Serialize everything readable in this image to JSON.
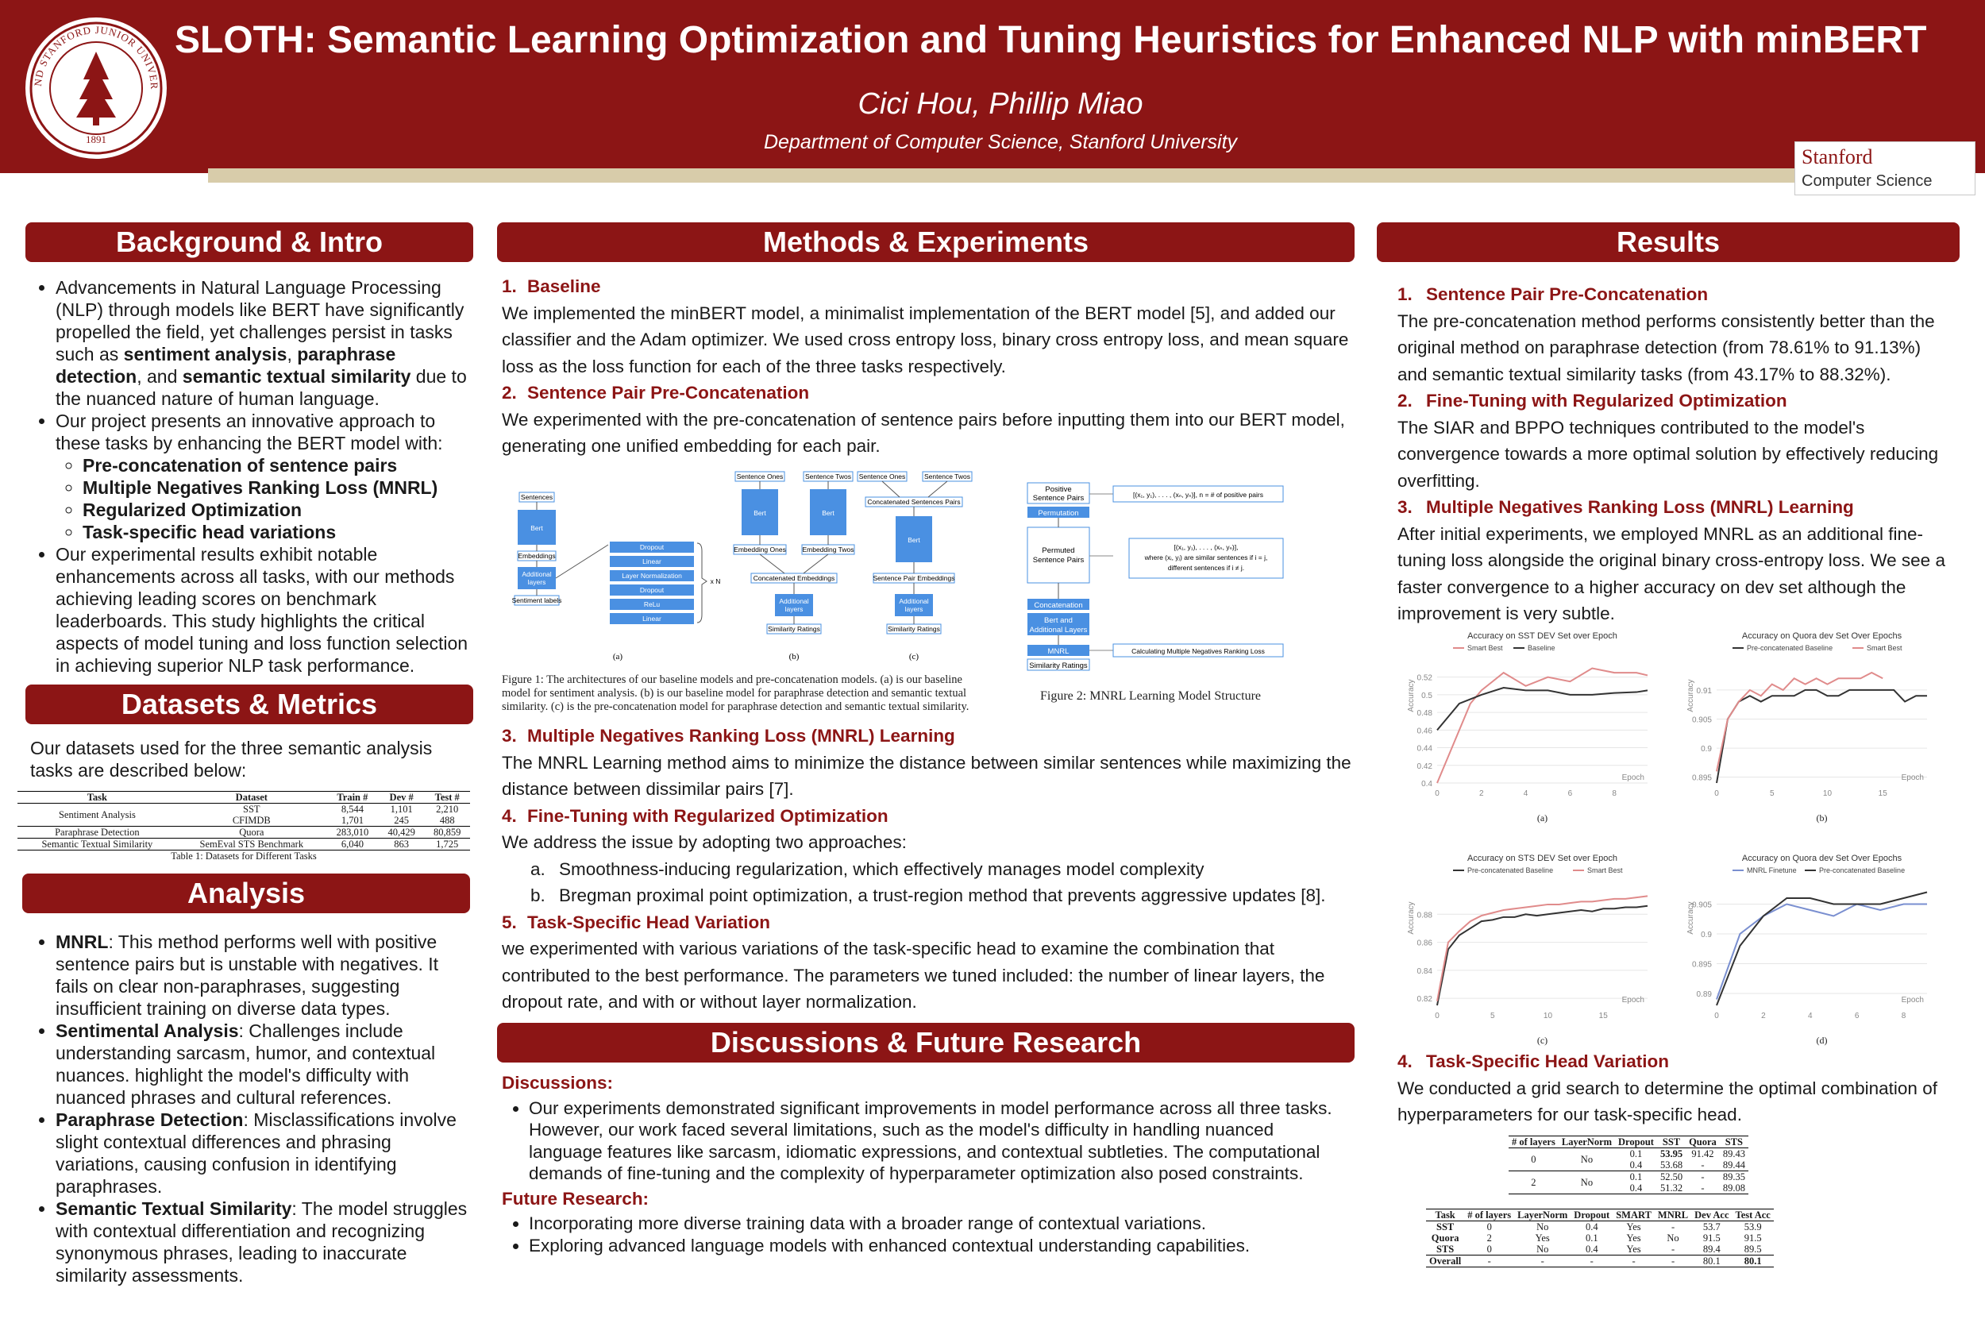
{
  "header": {
    "title": "SLOTH: Semantic Learning Optimization and Tuning Heuristics for Enhanced NLP with minBERT",
    "authors": "Cici Hou, Phillip Miao",
    "department": "Department of Computer Science, Stanford University",
    "seal_text": "LELAND STANFORD JUNIOR UNIVERSITY",
    "seal_year": "1891",
    "logo_line1": "Stanford",
    "logo_line2": "Computer Science"
  },
  "colors": {
    "cardinal": "#8c1515",
    "gold_band": "#d8ccaa",
    "figure_blue": "#4a90e2",
    "series_red": "#e08b8b",
    "series_dark": "#333333"
  },
  "background": {
    "heading": "Background & Intro",
    "b1": {
      "t1": "Advancements in Natural Language Processing (NLP) through models like BERT have significantly propelled the field, yet challenges persist in tasks such as ",
      "k1": "sentiment analysis",
      "t2": ", ",
      "k2": "paraphrase detection",
      "t3": ", and ",
      "k3": "semantic textual similarity",
      "t4": " due to the nuanced nature of human language."
    },
    "b2": "Our project presents an innovative approach to these tasks by enhancing the BERT model with:",
    "subitems": [
      "Pre-concatenation of sentence pairs",
      "Multiple Negatives Ranking Loss (MNRL)",
      "Regularized Optimization",
      "Task-specific head variations"
    ],
    "b3": "Our experimental results exhibit notable enhancements across all tasks, with our methods achieving leading scores on benchmark leaderboards. This study highlights the critical aspects of model tuning and loss function selection in achieving superior NLP task performance."
  },
  "datasets": {
    "heading": "Datasets & Metrics",
    "intro": "Our datasets used for the three semantic analysis tasks are described below:",
    "table_headers": [
      "Task",
      "Dataset",
      "Train #",
      "Dev #",
      "Test #"
    ],
    "rows": [
      {
        "task": "Sentiment Analysis",
        "dataset": "SST",
        "train": "8,544",
        "dev": "1,101",
        "test": "2,210"
      },
      {
        "task": "",
        "dataset": "CFIMDB",
        "train": "1,701",
        "dev": "245",
        "test": "488"
      },
      {
        "task": "Paraphrase Detection",
        "dataset": "Quora",
        "train": "283,010",
        "dev": "40,429",
        "test": "80,859"
      },
      {
        "task": "Semantic Textual Similarity",
        "dataset": "SemEval STS Benchmark",
        "train": "6,040",
        "dev": "863",
        "test": "1,725"
      }
    ],
    "caption": "Table 1: Datasets for Different Tasks"
  },
  "analysis": {
    "heading": "Analysis",
    "items": [
      {
        "key": "MNRL",
        "text": ": This method performs well with positive sentence pairs but is unstable with negatives. It fails on clear non-paraphrases, suggesting insufficient training on diverse data types."
      },
      {
        "key": "Sentimental Analysis",
        "text": ": Challenges include understanding sarcasm, humor, and contextual nuances. highlight the model's difficulty with nuanced phrases and cultural references."
      },
      {
        "key": "Paraphrase Detection",
        "text": ": Misclassifications involve slight contextual differences and phrasing variations, causing confusion in identifying paraphrases."
      },
      {
        "key": "Semantic Textual Similarity",
        "text": ": The model struggles with contextual differentiation and recognizing synonymous phrases, leading to inaccurate similarity assessments."
      }
    ]
  },
  "methods": {
    "heading": "Methods & Experiments",
    "s1_num": "1.",
    "s1_title": "Baseline",
    "s1_text": "We implemented the minBERT model, a minimalist implementation of the BERT model [5], and added our classifier and the Adam optimizer. We used cross entropy loss, binary cross entropy loss, and mean square loss as the loss function for each of the three tasks respectively.",
    "s2_num": "2.",
    "s2_title": "Sentence Pair Pre-Concatenation",
    "s2_text": "We experimented with the pre-concatenation of sentence pairs before inputting them into our BERT model, generating one unified embedding for each pair.",
    "s3_num": "3.",
    "s3_title": "Multiple Negatives Ranking Loss (MNRL) Learning",
    "s3_text": "The MNRL Learning method aims to minimize the distance between similar sentences while maximizing the distance between dissimilar pairs [7].",
    "s4_num": "4.",
    "s4_title": "Fine-Tuning with Regularized Optimization",
    "s4_text": "We address the issue by adopting two approaches:",
    "s4_a_mark": "a.",
    "s4_a": "Smoothness-inducing regularization, which effectively manages model complexity",
    "s4_b_mark": "b.",
    "s4_b": "Bregman proximal point optimization, a trust-region method that prevents aggressive updates [8].",
    "s5_num": "5.",
    "s5_title": "Task-Specific Head Variation",
    "s5_text": "we experimented with various variations of the task-specific head to examine the combination that contributed to the best performance. The parameters we tuned included: the number of linear layers, the dropout rate, and with or without layer normalization."
  },
  "fig1": {
    "a_sentences": "Sentences",
    "bert": "Bert",
    "embeddings": "Embeddings",
    "additional_layers_1": "Additional",
    "additional_layers_2": "layers",
    "sentiment_labels": "Sentiment labels",
    "layers": [
      "Dropout",
      "Linear",
      "Layer Normalization",
      "Dropout",
      "ReLu",
      "Linear"
    ],
    "xn": "x N",
    "b_ones": "Sentence Ones",
    "b_twos": "Sentence Twos",
    "emb_ones": "Embedding Ones",
    "emb_twos": "Embedding Twos",
    "concat_emb": "Concatenated Embeddings",
    "similarity": "Similarity Ratings",
    "c_concat": "Concatenated Sentences Pairs",
    "c_pair_emb": "Sentence Pair Embeddings",
    "label_a": "(a)",
    "label_b": "(b)",
    "label_c": "(c)",
    "caption": "Figure 1: The architectures of our baseline models and pre-concatenation models. (a) is our baseline model for sentiment analysis. (b) is our baseline model for paraphrase detection and semantic textual similarity. (c) is the pre-concatenation model for paraphrase detection and semantic textual similarity."
  },
  "fig2": {
    "positive_1": "Positive",
    "positive_2": "Sentence Pairs",
    "permutation": "Permutation",
    "permuted_1": "Permuted",
    "permuted_2": "Sentence Pairs",
    "concatenation": "Concatenation",
    "bert_add_1": "Bert and",
    "bert_add_2": "Additional Layers",
    "mnrl": "MNRL",
    "similarity": "Similarity Ratings",
    "note1": "[(x₁, y₁), . . . , (xₙ, yₙ)], n = # of positive pairs",
    "note2_1": "[(x₁, y₁), . . . , (xₙ, yₙ)],",
    "note2_2": "where (xᵢ, yⱼ) are similar sentences if i = j,",
    "note2_3": "different sentences if i ≠ j.",
    "note3": "Calculating Multiple Negatives Ranking Loss",
    "caption": "Figure 2: MNRL Learning Model Structure"
  },
  "discussion": {
    "heading": "Discussions & Future Research",
    "disc_label": "Discussions:",
    "disc_text": "Our experiments demonstrated significant improvements in model performance across all three tasks. However, our work faced several limitations, such as the model's difficulty in handling nuanced language features like sarcasm, idiomatic expressions, and contextual subtleties. The computational demands of fine-tuning and the complexity of hyperparameter optimization also posed constraints.",
    "future_label": "Future Research:",
    "future_items": [
      "Incorporating more diverse training data with a broader range of contextual variations.",
      "Exploring advanced language models with enhanced contextual understanding capabilities."
    ]
  },
  "results": {
    "heading": "Results",
    "r1_num": "1.",
    "r1_title": "Sentence Pair Pre-Concatenation",
    "r1_text": "The pre-concatenation method performs consistently better than the original method on paraphrase detection (from 78.61% to 91.13%) and semantic textual similarity tasks (from 43.17% to 88.32%).",
    "r2_num": "2.",
    "r2_title": "Fine-Tuning with Regularized Optimization",
    "r2_text": "The SIAR and BPPO techniques contributed to the model's convergence towards a more optimal solution by effectively reducing overfitting.",
    "r3_num": "3.",
    "r3_title": "Multiple Negatives Ranking Loss (MNRL) Learning",
    "r3_text": "After initial experiments, we employed MNRL as an additional fine-tuning loss alongside the original binary cross-entropy loss. We see a faster convergence to a higher accuracy on dev set although the improvement is very subtle.",
    "r4_num": "4.",
    "r4_title": "Task-Specific Head Variation",
    "r4_text": "We conducted a grid search to determine the optimal combination of hyperparameters for our task-specific head.",
    "grid_headers": [
      "# of layers",
      "LayerNorm",
      "Dropout",
      "SST",
      "Quora",
      "STS"
    ],
    "grid_rows": [
      {
        "layers": "0",
        "norm": "No",
        "dropout": "0.1",
        "sst": "53.95",
        "quora": "91.42",
        "sts": "89.43"
      },
      {
        "layers": "",
        "norm": "",
        "dropout": "0.4",
        "sst": "53.68",
        "quora": "-",
        "sts": "89.44"
      },
      {
        "layers": "2",
        "norm": "No",
        "dropout": "0.1",
        "sst": "52.50",
        "quora": "-",
        "sts": "89.35"
      },
      {
        "layers": "",
        "norm": "",
        "dropout": "0.4",
        "sst": "51.32",
        "quora": "-",
        "sts": "89.08"
      }
    ],
    "final_headers": [
      "Task",
      "# of layers",
      "LayerNorm",
      "Dropout",
      "SMART",
      "MNRL",
      "Dev Acc",
      "Test Acc"
    ],
    "final_rows": [
      {
        "task": "SST",
        "layers": "0",
        "norm": "No",
        "dropout": "0.4",
        "smart": "Yes",
        "mnrl": "-",
        "dev": "53.7",
        "test": "53.9"
      },
      {
        "task": "Quora",
        "layers": "2",
        "norm": "Yes",
        "dropout": "0.1",
        "smart": "Yes",
        "mnrl": "No",
        "dev": "91.5",
        "test": "91.5"
      },
      {
        "task": "STS",
        "layers": "0",
        "norm": "No",
        "dropout": "0.4",
        "smart": "Yes",
        "mnrl": "-",
        "dev": "89.4",
        "test": "89.5"
      },
      {
        "task": "Overall",
        "layers": "-",
        "norm": "-",
        "dropout": "-",
        "smart": "-",
        "mnrl": "-",
        "dev": "80.1",
        "test": "80.1"
      }
    ]
  },
  "chart_data": [
    {
      "type": "line",
      "panel": "(a)",
      "title": "Accuracy on SST DEV Set over Epoch",
      "xlabel": "Epoch",
      "ylabel": "Accuracy",
      "xlim": [
        0,
        9.5
      ],
      "ylim": [
        0.4,
        0.535
      ],
      "xticks": [
        0,
        2,
        4,
        6,
        8
      ],
      "yticks": [
        0.4,
        0.42,
        0.44,
        0.46,
        0.48,
        0.5,
        0.52
      ],
      "series": [
        {
          "name": "Smart Best",
          "color": "#e08b8b",
          "x": [
            0,
            1,
            1.5,
            2,
            2.5,
            3,
            4,
            5,
            6,
            7,
            8,
            9,
            9.5
          ],
          "y": [
            0.4,
            0.46,
            0.49,
            0.505,
            0.515,
            0.525,
            0.51,
            0.52,
            0.515,
            0.53,
            0.525,
            0.525,
            0.522
          ]
        },
        {
          "name": "Baseline",
          "color": "#333333",
          "x": [
            0,
            1,
            2,
            3,
            4,
            5,
            6,
            7,
            8,
            9,
            9.5
          ],
          "y": [
            0.46,
            0.49,
            0.5,
            0.508,
            0.505,
            0.505,
            0.5,
            0.5,
            0.502,
            0.503,
            0.505
          ]
        }
      ]
    },
    {
      "type": "line",
      "panel": "(b)",
      "title": "Accuracy on Quora dev Set Over Epochs",
      "xlabel": "Epoch",
      "ylabel": "Accuracy",
      "xlim": [
        0,
        19
      ],
      "ylim": [
        0.894,
        0.9145
      ],
      "xticks": [
        0,
        5,
        10,
        15
      ],
      "yticks": [
        0.895,
        0.9,
        0.905,
        0.91
      ],
      "series": [
        {
          "name": "Pre-concatenated Baseline",
          "color": "#333333",
          "x": [
            0,
            1,
            2,
            3,
            4,
            5,
            6,
            7,
            8,
            9,
            10,
            11,
            12,
            13,
            14,
            15,
            16,
            17,
            18,
            19
          ],
          "y": [
            0.894,
            0.905,
            0.908,
            0.909,
            0.908,
            0.909,
            0.909,
            0.909,
            0.91,
            0.91,
            0.909,
            0.909,
            0.91,
            0.91,
            0.91,
            0.91,
            0.91,
            0.908,
            0.909,
            0.909
          ]
        },
        {
          "name": "Smart Best",
          "color": "#e08b8b",
          "x": [
            0,
            1,
            2,
            3,
            4,
            5,
            6,
            7,
            8,
            9,
            10,
            11,
            12,
            13,
            14,
            15
          ],
          "y": [
            0.896,
            0.905,
            0.908,
            0.91,
            0.909,
            0.911,
            0.91,
            0.912,
            0.911,
            0.912,
            0.911,
            0.912,
            0.912,
            0.912,
            0.913,
            0.912
          ]
        }
      ]
    },
    {
      "type": "line",
      "panel": "(c)",
      "title": "Accuracy on STS DEV Set over Epoch",
      "xlabel": "Epoch",
      "ylabel": "Accuracy",
      "xlim": [
        0,
        19
      ],
      "ylim": [
        0.815,
        0.9
      ],
      "xticks": [
        0,
        5,
        10,
        15
      ],
      "yticks": [
        0.82,
        0.84,
        0.86,
        0.88
      ],
      "series": [
        {
          "name": "Pre-concatenated Baseline",
          "color": "#333333",
          "x": [
            0,
            1,
            2,
            3,
            4,
            5,
            6,
            7,
            8,
            9,
            10,
            11,
            12,
            13,
            14,
            15,
            16,
            17,
            18,
            19
          ],
          "y": [
            0.815,
            0.855,
            0.865,
            0.87,
            0.875,
            0.876,
            0.878,
            0.878,
            0.88,
            0.879,
            0.88,
            0.881,
            0.882,
            0.883,
            0.882,
            0.884,
            0.884,
            0.885,
            0.885,
            0.886
          ]
        },
        {
          "name": "Smart Best",
          "color": "#e08b8b",
          "x": [
            0,
            1,
            2,
            3,
            4,
            5,
            6,
            7,
            8,
            9,
            10,
            11,
            12,
            13,
            14,
            15,
            16,
            17,
            18,
            19
          ],
          "y": [
            0.818,
            0.86,
            0.868,
            0.875,
            0.879,
            0.881,
            0.883,
            0.884,
            0.885,
            0.886,
            0.887,
            0.887,
            0.888,
            0.889,
            0.889,
            0.89,
            0.891,
            0.891,
            0.892,
            0.893
          ]
        }
      ]
    },
    {
      "type": "line",
      "panel": "(d)",
      "title": "Accuracy on Quora dev Set Over Epochs",
      "xlabel": "Epoch",
      "ylabel": "Accuracy",
      "xlim": [
        0,
        9
      ],
      "ylim": [
        0.888,
        0.908
      ],
      "xticks": [
        0,
        2,
        4,
        6,
        8
      ],
      "yticks": [
        0.89,
        0.895,
        0.9,
        0.905
      ],
      "series": [
        {
          "name": "MNRL Finetune",
          "color": "#7a8fd0",
          "x": [
            0,
            1,
            2,
            3,
            4,
            5,
            6,
            7,
            8,
            9
          ],
          "y": [
            0.889,
            0.9,
            0.903,
            0.905,
            0.904,
            0.903,
            0.905,
            0.904,
            0.905,
            0.905
          ]
        },
        {
          "name": "Pre-concatenated Baseline",
          "color": "#333333",
          "x": [
            0,
            1,
            2,
            3,
            4,
            5,
            6,
            7,
            8,
            9
          ],
          "y": [
            0.888,
            0.898,
            0.903,
            0.906,
            0.906,
            0.905,
            0.905,
            0.905,
            0.906,
            0.907
          ]
        }
      ]
    }
  ]
}
